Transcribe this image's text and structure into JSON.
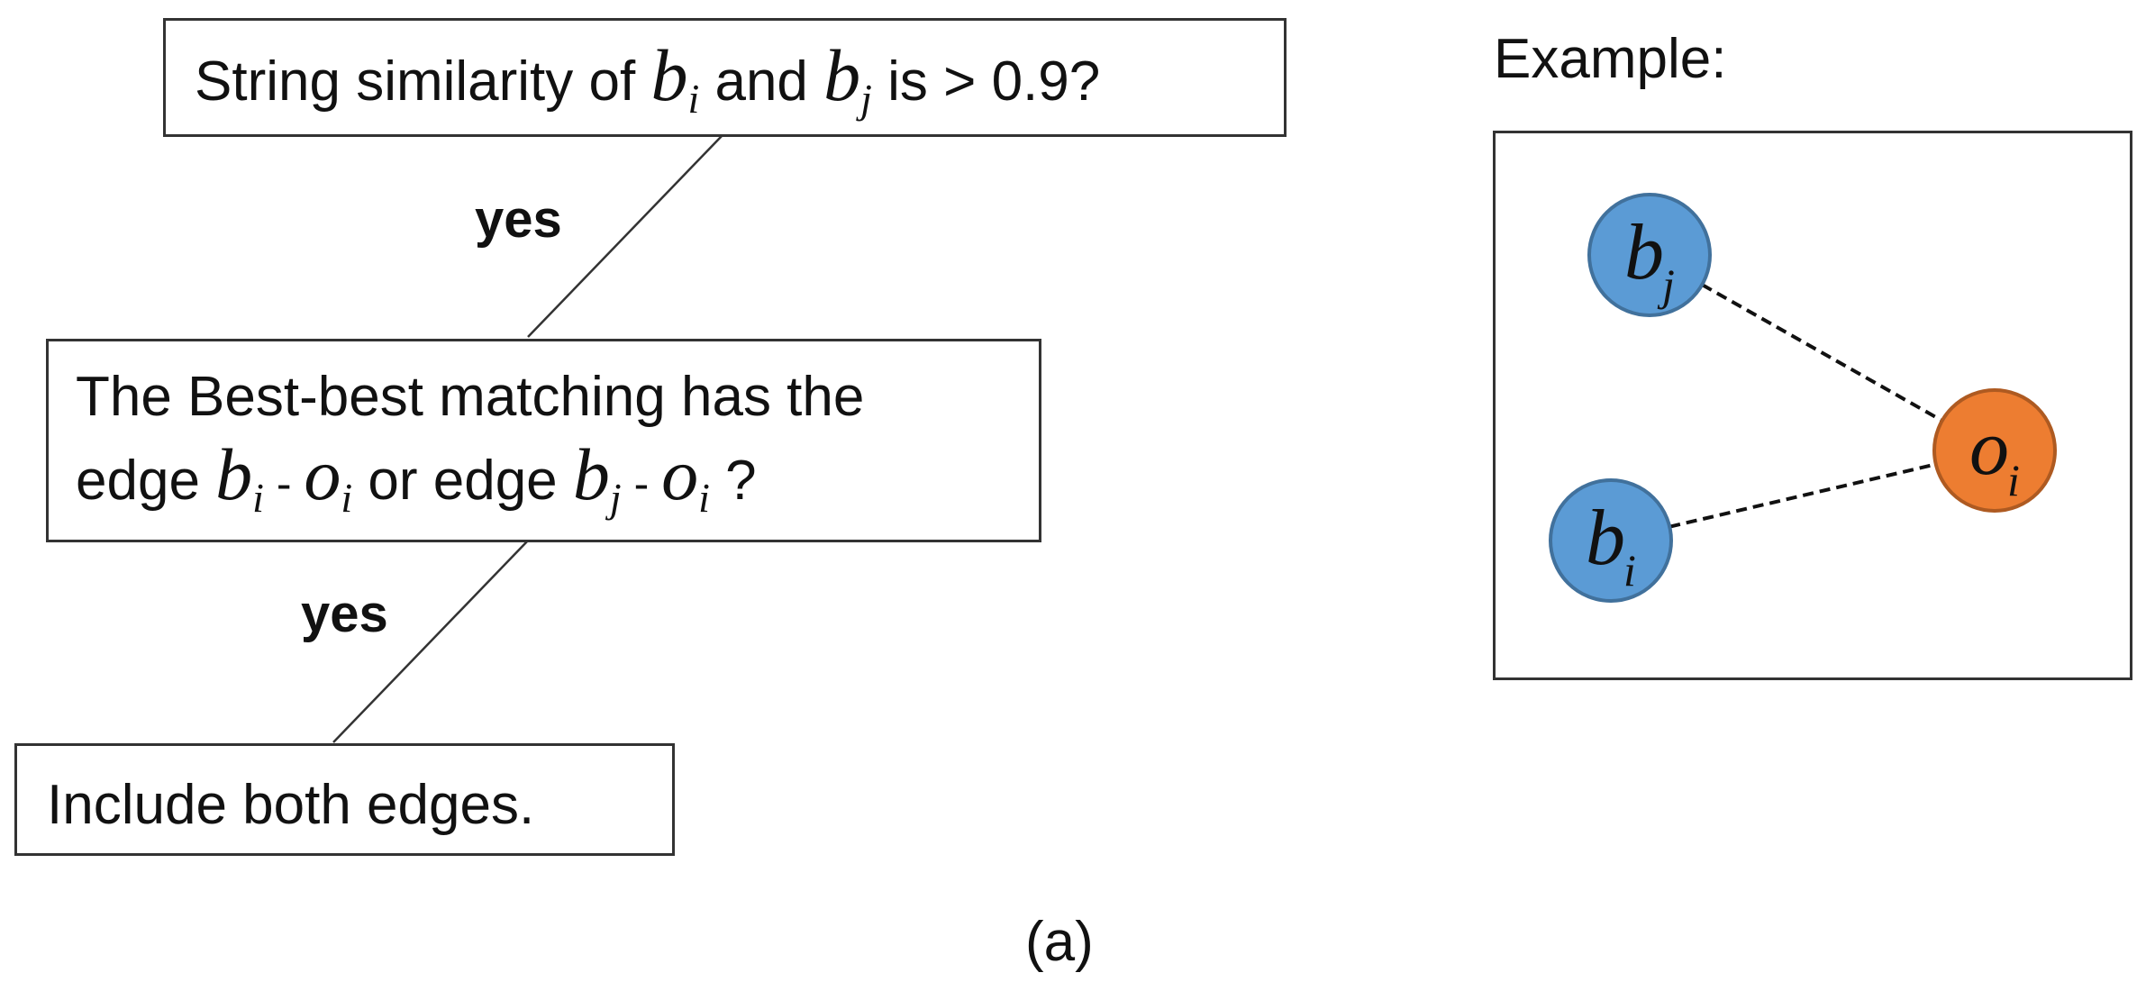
{
  "flow": {
    "box1": {
      "prefix": "String similarity of ",
      "var1": "b",
      "sub1": "i",
      "mid": " and ",
      "var2": "b",
      "sub2": "j",
      "suffix": " is > 0.9?"
    },
    "yes1": "yes",
    "box2": {
      "line1": "The Best-best matching has the",
      "line2_prefix": "edge ",
      "v1": "b",
      "s1": "i",
      "dash1": " - ",
      "v2": "o",
      "s2": "i",
      "mid": " or edge ",
      "v3": "b",
      "s3": "j",
      "dash2": " - ",
      "v4": "o",
      "s4": "i",
      "suffix": " ?"
    },
    "yes2": "yes",
    "box3": "Include both edges."
  },
  "example": {
    "title": "Example:",
    "nodes": [
      {
        "id": "bj",
        "var": "b",
        "sub": "j",
        "color": "#5B9BD5",
        "stroke": "#41719C"
      },
      {
        "id": "oi",
        "var": "o",
        "sub": "i",
        "color": "#ED7D31",
        "stroke": "#AE5A21"
      },
      {
        "id": "bi",
        "var": "b",
        "sub": "i",
        "color": "#5B9BD5",
        "stroke": "#41719C"
      }
    ],
    "edges": [
      {
        "from": "bj",
        "to": "oi",
        "style": "dashed"
      },
      {
        "from": "bi",
        "to": "oi",
        "style": "dashed"
      }
    ]
  },
  "caption": "(a)"
}
